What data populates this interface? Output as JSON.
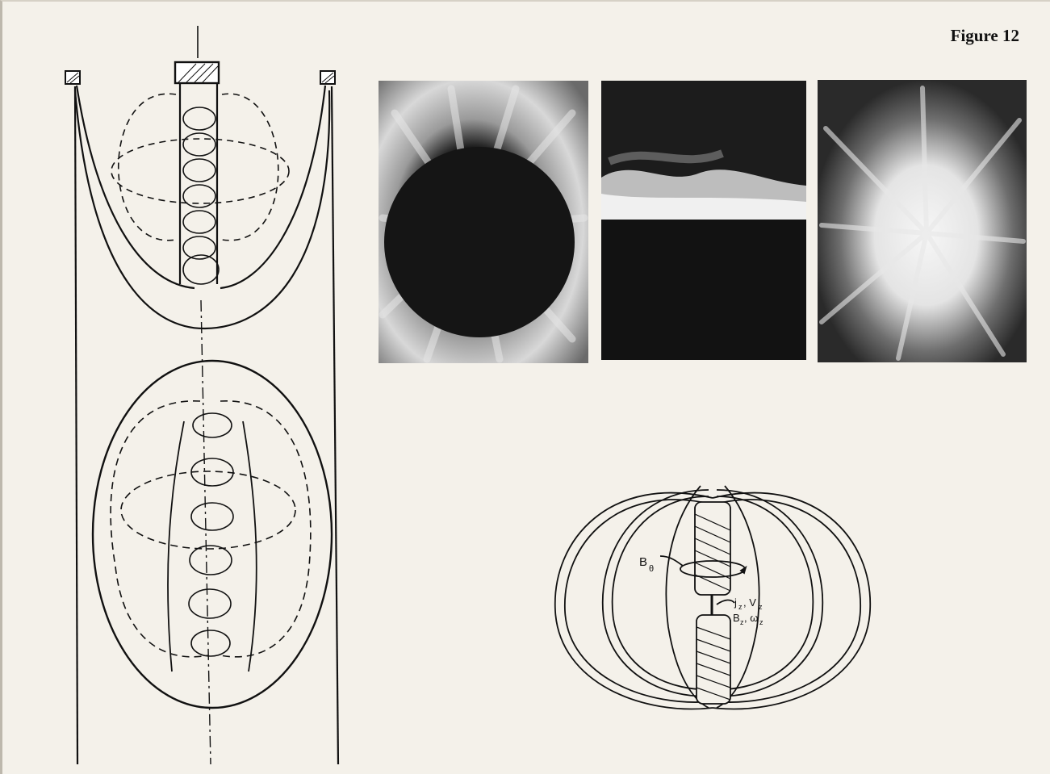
{
  "figure": {
    "label": "Figure 12"
  },
  "vortex_labels": {
    "b_theta": "B",
    "b_theta_sub": "θ",
    "jz_vz": "j",
    "jz_sub": "z",
    "vz": ", V",
    "vz_sub": "z",
    "bz": "B",
    "bz_sub": "z",
    "omega": ", ω",
    "omega_sub": "z"
  },
  "colors": {
    "ink": "#111111",
    "paper": "#f4f1ea",
    "photo_dark": "#1e1e1e",
    "photo_light": "#e8e8e8"
  }
}
